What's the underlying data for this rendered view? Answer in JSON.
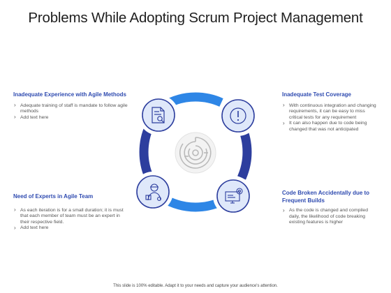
{
  "title": "Problems While Adopting Scrum Project Management",
  "blocks": {
    "top_left": {
      "heading": "Inadequate Experience with Agile Methods",
      "bullets": [
        "Adequate training of staff is mandate to follow agile methods",
        "Add text here"
      ]
    },
    "top_right": {
      "heading": "Inadequate Test Coverage",
      "bullets": [
        "With continuous integration and changing requirements, it can be easy to miss critical tests for any requirement",
        "It can also happen due to code being changed that was not anticipated"
      ]
    },
    "bottom_left": {
      "heading": "Need of Experts in Agile Team",
      "bullets": [
        "As each iteration is for a small duration; it is must that each member of team must be an expert in their respective field.",
        "Add text here"
      ]
    },
    "bottom_right": {
      "heading": "Code Broken Accidentally due to Frequent Builds",
      "bullets": [
        "As the code is changed and compiled daily, the likelihood of code breaking existing features is higher"
      ]
    }
  },
  "icons": {
    "top_left": "document-search-icon",
    "top_right": "exclamation-icon",
    "bottom_left": "engineer-icon",
    "bottom_right": "computer-settings-icon",
    "center": "maze-icon"
  },
  "colors": {
    "heading": "#2f4bb0",
    "ring_light": "#2e86e6",
    "ring_dark": "#2d3e9e",
    "circle_fill": "#dfe8fa",
    "circle_stroke": "#2d3e9e"
  },
  "footer": "This slide is 100% editable. Adapt it to your needs and capture your audience's attention."
}
